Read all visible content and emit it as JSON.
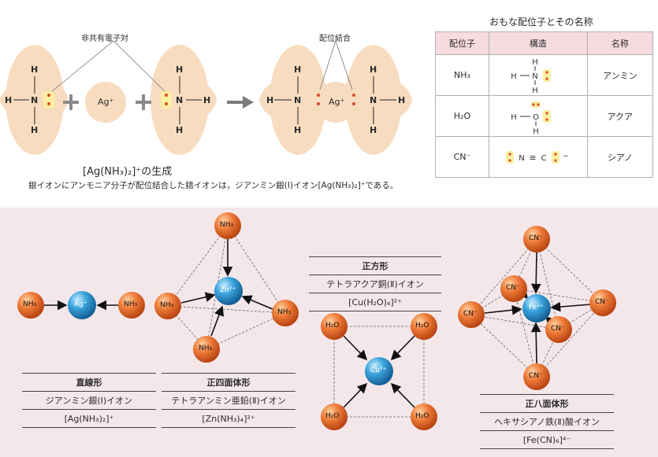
{
  "top_diagram": {
    "label_lone_pair": "非共有電子対",
    "label_coordinate_bond": "配位結合",
    "plus": "+",
    "ag_ion": "Ag⁺",
    "h": "H",
    "n": "N",
    "caption_title": "[Ag(NH₃)₂]⁺の生成",
    "caption_body": "銀イオンにアンモニア分子が配位結合した錯イオンは，ジアンミン銀(Ⅰ)イオン[Ag(NH₃)₂]⁺である。"
  },
  "ligand_table": {
    "title": "おもな配位子とその名称",
    "headers": [
      "配位子",
      "構造",
      "名称"
    ],
    "rows": [
      {
        "ligand": "NH₃",
        "name": "アンミン"
      },
      {
        "ligand": "H₂O",
        "name": "アクア"
      },
      {
        "ligand": "CN⁻",
        "name": "シアノ"
      }
    ],
    "struct_glyphs": {
      "h": "H",
      "n": "N",
      "o": "O",
      "c": "C",
      "dash": "−",
      "triple": "≡",
      "minus": "−"
    }
  },
  "complexes": {
    "linear": {
      "shape": "直線形",
      "name": "ジアンミン銀(Ⅰ)イオン",
      "formula": "[Ag(NH₃)₂]⁺",
      "center": "Ag⁺",
      "ligand": "NH₃"
    },
    "tetrahedral": {
      "shape": "正四面体形",
      "name": "テトラアンミン亜鉛(Ⅱ)イオン",
      "formula": "[Zn(NH₃)₄]²⁺",
      "center": "Zn²⁺",
      "ligand": "NH₃"
    },
    "square": {
      "shape": "正方形",
      "name": "テトラアクア銅(Ⅱ)イオン",
      "formula": "[Cu(H₂O)₄]²⁺",
      "center": "Cu²⁺",
      "ligand": "H₂O"
    },
    "octahedral": {
      "shape": "正八面体形",
      "name": "ヘキサシアノ鉄(Ⅱ)酸イオン",
      "formula": "[Fe(CN)₆]⁴⁻",
      "center": "Fe²⁺",
      "ligand": "CN⁻"
    }
  },
  "colors": {
    "lobe": "#f8dcc0",
    "lone_pair_highlight": "#fbefa0",
    "lone_pair_dot": "#d9472b",
    "ligand_ball": "#e8662a",
    "center_ball": "#3a9fd6",
    "panel": "#f4e7ea",
    "table_header": "#f6dbe0"
  }
}
